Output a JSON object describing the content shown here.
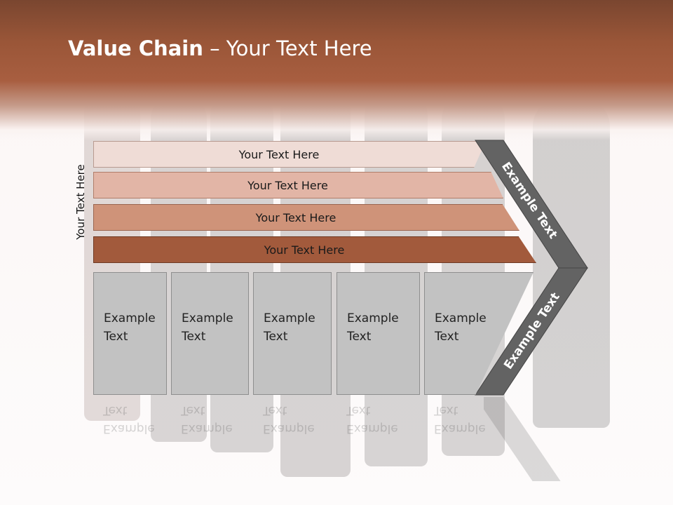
{
  "title": {
    "bold": "Value Chain",
    "rest": " – Your Text Here"
  },
  "side_label": "Your Text Here",
  "bars": [
    {
      "label": "Your Text Here",
      "color": "#efdcd6"
    },
    {
      "label": "Your Text Here",
      "color": "#e2b5a6"
    },
    {
      "label": "Your Text Here",
      "color": "#cf9379"
    },
    {
      "label": "Your Text Here",
      "color": "#a25a3c"
    }
  ],
  "columns": [
    {
      "line1": "Example",
      "line2": "Text"
    },
    {
      "line1": "Example",
      "line2": "Text"
    },
    {
      "line1": "Example",
      "line2": "Text"
    },
    {
      "line1": "Example",
      "line2": "Text"
    },
    {
      "line1": "Example",
      "line2": "Text"
    }
  ],
  "chevron_upper": "Example Text",
  "chevron_lower": "Example Text",
  "colors": {
    "banner": "#9a5638",
    "column_fill": "#c2c2c2",
    "chevron": "#636363"
  }
}
